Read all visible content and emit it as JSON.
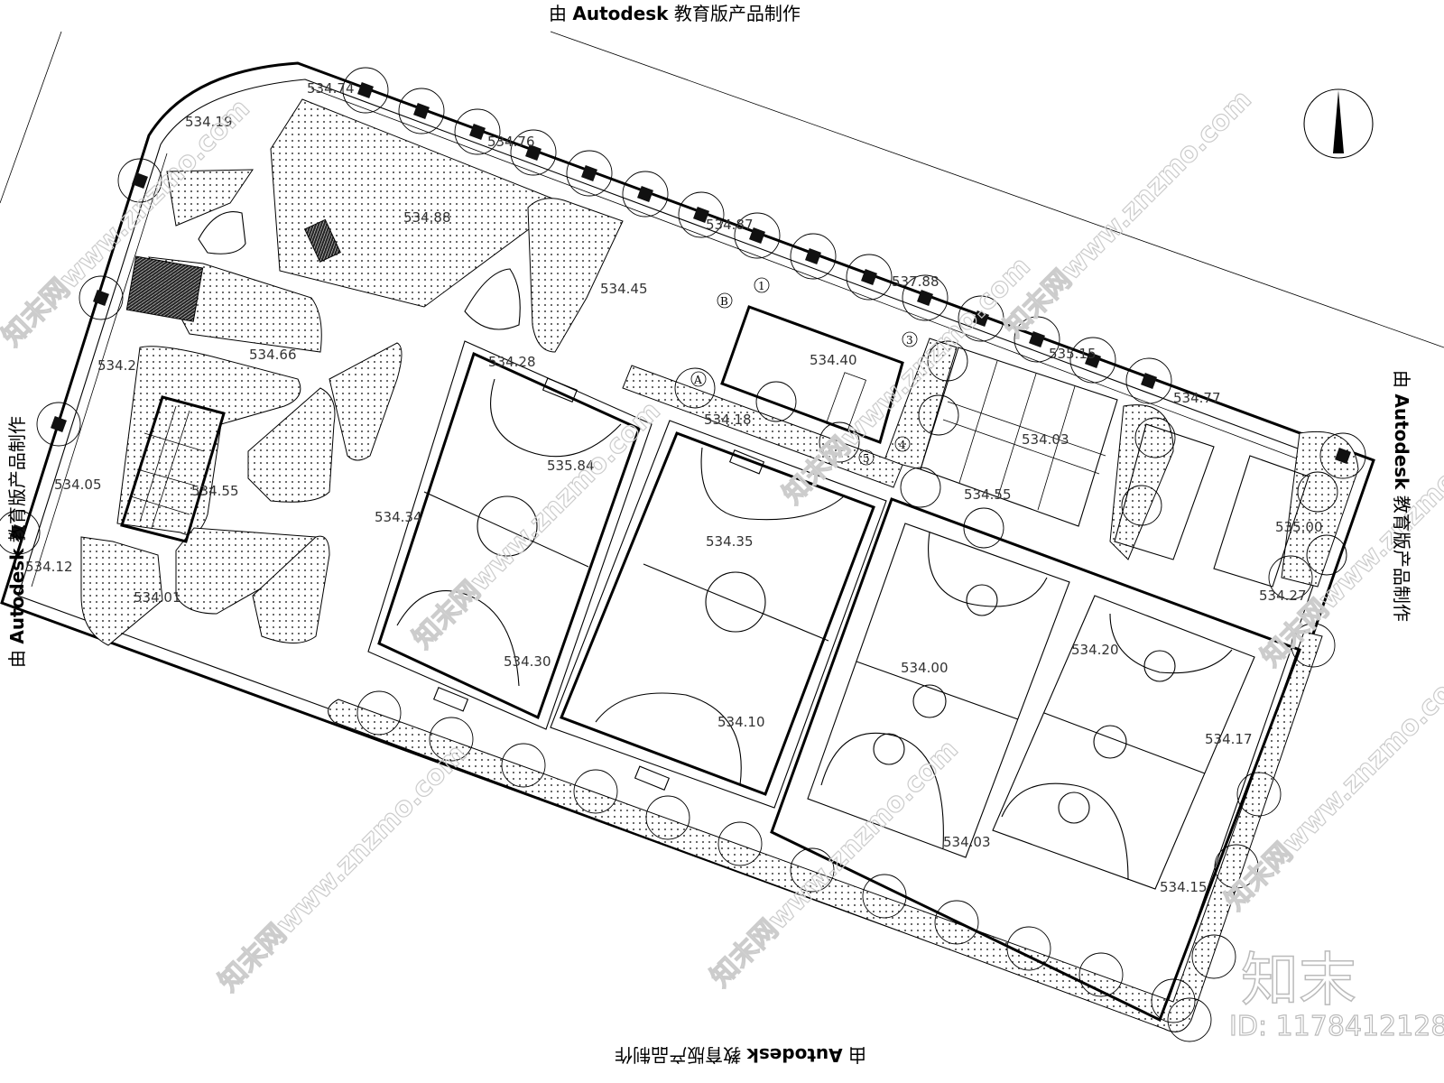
{
  "credit": {
    "prefix": "由 ",
    "brand": "Autodesk",
    "suffix": " 教育版产品制作"
  },
  "site_watermark": "知末网www.znzmo.com",
  "logo": "知末",
  "id_text": "ID: 1178412128",
  "grid_axes": {
    "a": "A",
    "b": "B",
    "one": "1",
    "three": "3",
    "four": "4",
    "five": "5"
  },
  "elevations": [
    "534.74",
    "534.19",
    "534.76",
    "534.88",
    "534.45",
    "534.66",
    "534.28",
    "534.87",
    "537.88",
    "534.40",
    "534.18",
    "535.15",
    "534.77",
    "534.03",
    "534.55",
    "535.00",
    "534.27",
    "534.2",
    "534.05",
    "534.55",
    "534.34",
    "535.84",
    "534.35",
    "534.12",
    "534.01",
    "534.30",
    "534.20",
    "534.00",
    "534.10",
    "534.17",
    "534.03",
    "534.15"
  ],
  "colors": {
    "line": "#000000",
    "watermark": "#cccccc",
    "background": "#ffffff"
  }
}
